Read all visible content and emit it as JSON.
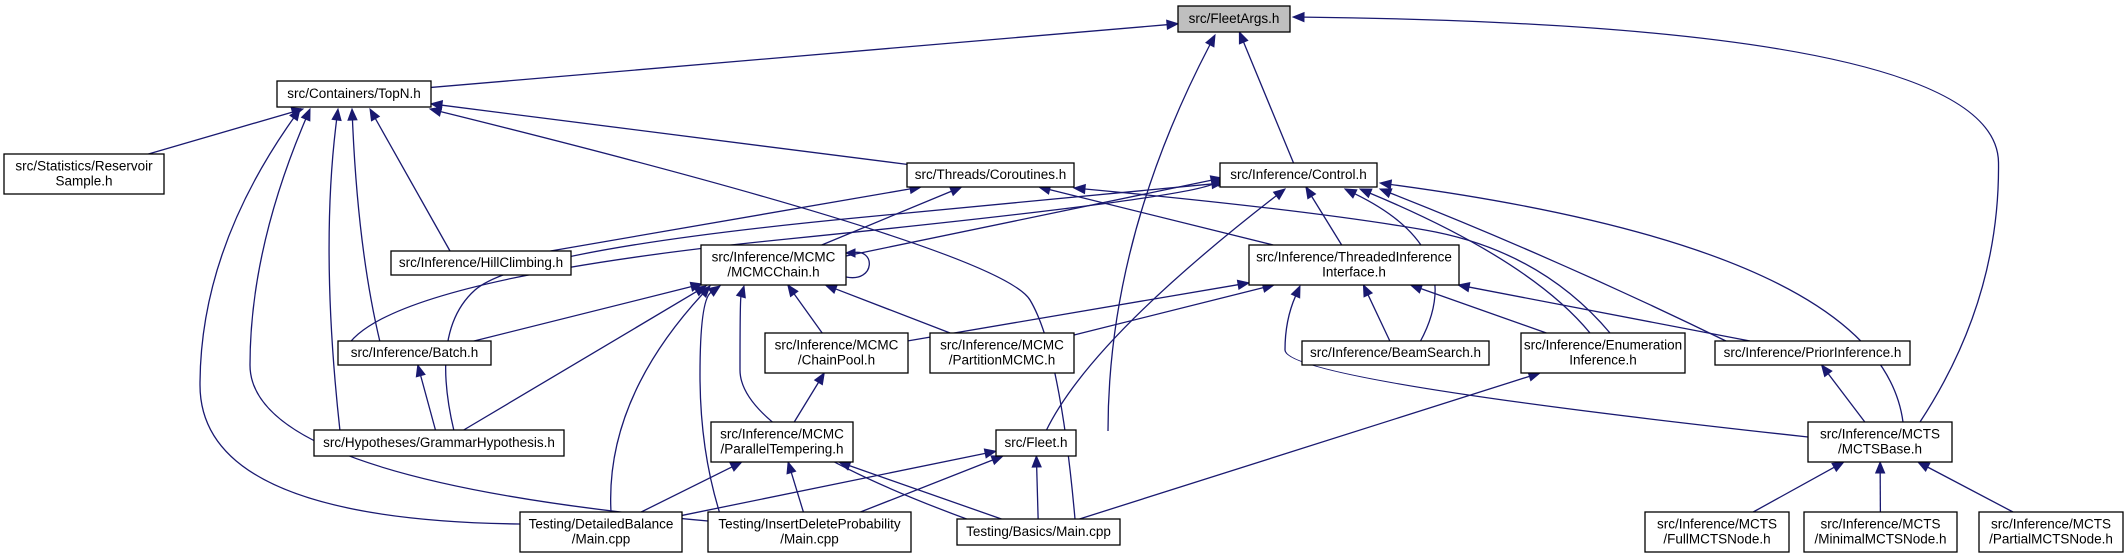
{
  "graph": {
    "title": "",
    "nodes": [
      {
        "id": "fleetargs",
        "lines": [
          "src/FleetArgs.h"
        ],
        "root": true
      },
      {
        "id": "topn",
        "lines": [
          "src/Containers/TopN.h"
        ]
      },
      {
        "id": "reservoir",
        "lines": [
          "src/Statistics/Reservoir",
          "Sample.h"
        ]
      },
      {
        "id": "coroutines",
        "lines": [
          "src/Threads/Coroutines.h"
        ]
      },
      {
        "id": "control",
        "lines": [
          "src/Inference/Control.h"
        ]
      },
      {
        "id": "hillclimbing",
        "lines": [
          "src/Inference/HillClimbing.h"
        ]
      },
      {
        "id": "mcmcchain",
        "lines": [
          "src/Inference/MCMC",
          "/MCMCChain.h"
        ]
      },
      {
        "id": "threadedinf",
        "lines": [
          "src/Inference/ThreadedInference",
          "Interface.h"
        ]
      },
      {
        "id": "batch",
        "lines": [
          "src/Inference/Batch.h"
        ]
      },
      {
        "id": "chainpool",
        "lines": [
          "src/Inference/MCMC",
          "/ChainPool.h"
        ]
      },
      {
        "id": "partitionmcmc",
        "lines": [
          "src/Inference/MCMC",
          "/PartitionMCMC.h"
        ]
      },
      {
        "id": "beamsearch",
        "lines": [
          "src/Inference/BeamSearch.h"
        ]
      },
      {
        "id": "enumeration",
        "lines": [
          "src/Inference/Enumeration",
          "Inference.h"
        ]
      },
      {
        "id": "priorinf",
        "lines": [
          "src/Inference/PriorInference.h"
        ]
      },
      {
        "id": "grammarhyp",
        "lines": [
          "src/Hypotheses/GrammarHypothesis.h"
        ]
      },
      {
        "id": "paralleltemp",
        "lines": [
          "src/Inference/MCMC",
          "/ParallelTempering.h"
        ]
      },
      {
        "id": "fleet",
        "lines": [
          "src/Fleet.h"
        ]
      },
      {
        "id": "mctsbase",
        "lines": [
          "src/Inference/MCTS",
          "/MCTSBase.h"
        ]
      },
      {
        "id": "detailedbalance",
        "lines": [
          "Testing/DetailedBalance",
          "/Main.cpp"
        ]
      },
      {
        "id": "insertdelete",
        "lines": [
          "Testing/InsertDeleteProbability",
          "/Main.cpp"
        ]
      },
      {
        "id": "basics",
        "lines": [
          "Testing/Basics/Main.cpp"
        ]
      },
      {
        "id": "fullmcts",
        "lines": [
          "src/Inference/MCTS",
          "/FullMCTSNode.h"
        ]
      },
      {
        "id": "minimalmcts",
        "lines": [
          "src/Inference/MCTS",
          "/MinimalMCTSNode.h"
        ]
      },
      {
        "id": "partialmcts",
        "lines": [
          "src/Inference/MCTS",
          "/PartialMCTSNode.h"
        ]
      }
    ],
    "edges": [
      {
        "from": "topn",
        "to": "fleetargs"
      },
      {
        "from": "fleet",
        "to": "fleetargs"
      },
      {
        "from": "control",
        "to": "fleetargs"
      },
      {
        "from": "mctsbase",
        "to": "fleetargs"
      },
      {
        "from": "reservoir",
        "to": "topn"
      },
      {
        "from": "coroutines",
        "to": "topn"
      },
      {
        "from": "hillclimbing",
        "to": "topn"
      },
      {
        "from": "batch",
        "to": "topn"
      },
      {
        "from": "grammarhyp",
        "to": "topn"
      },
      {
        "from": "detailedbalance",
        "to": "topn"
      },
      {
        "from": "insertdelete",
        "to": "topn"
      },
      {
        "from": "basics",
        "to": "topn"
      },
      {
        "from": "hillclimbing",
        "to": "coroutines"
      },
      {
        "from": "mcmcchain",
        "to": "coroutines"
      },
      {
        "from": "threadedinf",
        "to": "coroutines"
      },
      {
        "from": "enumeration",
        "to": "coroutines"
      },
      {
        "from": "mcmcchain",
        "to": "control"
      },
      {
        "from": "threadedinf",
        "to": "control"
      },
      {
        "from": "batch",
        "to": "control"
      },
      {
        "from": "grammarhyp",
        "to": "control"
      },
      {
        "from": "fleet",
        "to": "control"
      },
      {
        "from": "beamsearch",
        "to": "control"
      },
      {
        "from": "enumeration",
        "to": "control"
      },
      {
        "from": "priorinf",
        "to": "control"
      },
      {
        "from": "mctsbase",
        "to": "control"
      },
      {
        "from": "mcmcchain",
        "to": "mcmcchain"
      },
      {
        "from": "batch",
        "to": "mcmcchain"
      },
      {
        "from": "grammarhyp",
        "to": "mcmcchain"
      },
      {
        "from": "chainpool",
        "to": "mcmcchain"
      },
      {
        "from": "partitionmcmc",
        "to": "mcmcchain"
      },
      {
        "from": "detailedbalance",
        "to": "mcmcchain"
      },
      {
        "from": "insertdelete",
        "to": "mcmcchain"
      },
      {
        "from": "basics",
        "to": "mcmcchain"
      },
      {
        "from": "chainpool",
        "to": "threadedinf"
      },
      {
        "from": "partitionmcmc",
        "to": "threadedinf"
      },
      {
        "from": "beamsearch",
        "to": "threadedinf"
      },
      {
        "from": "enumeration",
        "to": "threadedinf"
      },
      {
        "from": "priorinf",
        "to": "threadedinf"
      },
      {
        "from": "mctsbase",
        "to": "threadedinf"
      },
      {
        "from": "grammarhyp",
        "to": "batch"
      },
      {
        "from": "paralleltemp",
        "to": "chainpool"
      },
      {
        "from": "basics",
        "to": "enumeration"
      },
      {
        "from": "mctsbase",
        "to": "priorinf"
      },
      {
        "from": "detailedbalance",
        "to": "paralleltemp"
      },
      {
        "from": "insertdelete",
        "to": "paralleltemp"
      },
      {
        "from": "basics",
        "to": "paralleltemp"
      },
      {
        "from": "detailedbalance",
        "to": "fleet"
      },
      {
        "from": "insertdelete",
        "to": "fleet"
      },
      {
        "from": "basics",
        "to": "fleet"
      },
      {
        "from": "fullmcts",
        "to": "mctsbase"
      },
      {
        "from": "minimalmcts",
        "to": "mctsbase"
      },
      {
        "from": "partialmcts",
        "to": "mctsbase"
      }
    ]
  }
}
